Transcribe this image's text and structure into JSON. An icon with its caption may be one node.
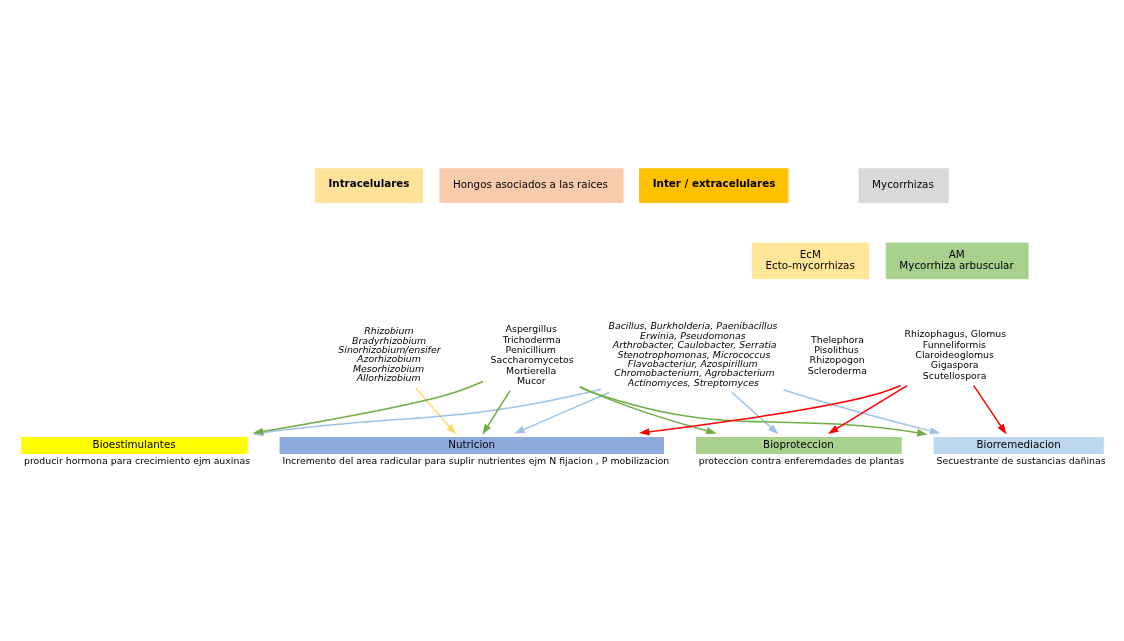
{
  "diagram": {
    "nodes": [
      {
        "text": [
          "Intracelulares"
        ]
      },
      {
        "text": [
          "Rhizobium",
          "Bradyrhizobium",
          "Sinorhizobium/ensifer",
          "Azorhizobium",
          "Mesorhizobium",
          "Allorhizobium"
        ]
      },
      {
        "text": [
          "Inter / extracelulares"
        ]
      },
      {
        "text": [
          "Bacillus, Burkholderia, Paenibacillus",
          "Erwinia, Pseudomonas",
          "Arthrobacter, Caulobacter, Serratia",
          "Stenotrophomonas, Micrococcus",
          "Flavobacteriur, Azospirillum",
          "Chromobacterium, Agrobacterium",
          "Actinomyces, Streptomyces"
        ]
      },
      {
        "text": [
          "Hongos asociados a las raices"
        ]
      },
      {
        "text": [
          "Aspergillus",
          "Trichoderma",
          "Penicillium",
          "Saccharomycetos",
          "Mortierella",
          "Mucor"
        ]
      },
      {
        "text": [
          "Mycorrhizas"
        ]
      },
      {
        "text": [
          "EcM",
          "Ecto-mycorrhizas"
        ]
      },
      {
        "text": [
          "AM",
          "Mycorrhiza arbuscular"
        ]
      },
      {
        "text": [
          "Rhizophagus, Glomus",
          "Funneliformis",
          "Claroideoglomus",
          "Gigaspora",
          "Scutellospora"
        ]
      },
      {
        "text": [
          "Bioestimulantes",
          "producir hormona para crecimiento ejm auxinas"
        ]
      },
      {
        "text": [
          "Nutricion",
          "Incremento del area radicular para suplir nutrientes ejm N fijacion , P mobilizacion"
        ]
      },
      {
        "text": [
          "Bioproteccion",
          "proteccion contra enferemdades de plantas"
        ]
      },
      {
        "text": [
          "Biorremediacion",
          "Secuestrante de sustancias dañinas"
        ]
      }
    ],
    "edges": [
      {
        "from": 1,
        "to": 11,
        "arrow": "to",
        "color": "#ffd966"
      },
      {
        "from": 3,
        "to": 10,
        "arrow": "to",
        "color": "#9dc3e6"
      },
      {
        "from": 3,
        "to": 11,
        "arrow": "to",
        "color": "#9dc3e6"
      },
      {
        "from": 3,
        "to": 12,
        "arrow": "to",
        "color": "#9dc3e6"
      },
      {
        "from": 3,
        "to": 13,
        "arrow": "to",
        "color": "#9dc3e6"
      },
      {
        "from": 5,
        "to": 10,
        "arrow": "to",
        "color": "#70ad47"
      },
      {
        "from": 5,
        "to": 11,
        "arrow": "to",
        "color": "#70ad47"
      },
      {
        "from": 5,
        "to": 12,
        "arrow": "to",
        "color": "#70ad47"
      },
      {
        "from": 5,
        "to": 13,
        "arrow": "to",
        "color": "#70ad47"
      },
      {
        "from": 9,
        "to": 11,
        "arrow": "to",
        "color": "#ff0000"
      },
      {
        "from": 9,
        "to": 12,
        "arrow": "to",
        "color": "#ff0000"
      },
      {
        "from": 9,
        "to": 13,
        "arrow": "to",
        "color": "#ff0000"
      }
    ],
    "labels": [
      "Thelephora",
      "Pisolithus",
      "Rhizopogon",
      "Scleroderma"
    ]
  }
}
